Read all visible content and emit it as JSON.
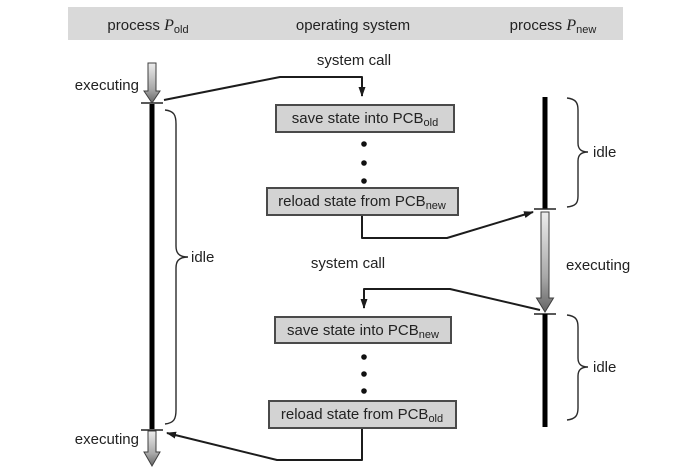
{
  "header": {
    "left": {
      "prefix": "process ",
      "var": "P",
      "sub": "old"
    },
    "center": "operating system",
    "right": {
      "prefix": "process ",
      "var": "P",
      "sub": "new"
    }
  },
  "os": {
    "system_call_top": "system call",
    "system_call_bottom": "system call",
    "boxes": [
      {
        "text": "save state into PCB",
        "sub": "old"
      },
      {
        "text": "reload state from PCB",
        "sub": "new"
      },
      {
        "text": "save state into PCB",
        "sub": "new"
      },
      {
        "text": "reload state from PCB",
        "sub": "old"
      }
    ]
  },
  "process_old": {
    "executing_top": "executing",
    "idle": "idle",
    "executing_bottom": "executing"
  },
  "process_new": {
    "idle_top": "idle",
    "executing": "executing",
    "idle_bottom": "idle"
  },
  "colors": {
    "background": "#ffffff",
    "header_bar": "#d9d9d9",
    "box_fill": "#d3d3d3",
    "box_border": "#4a4a4a",
    "flow_line": "#1c1c1c",
    "timeline": "#000000",
    "gradient_arrow_top": "#ededed",
    "gradient_arrow_bottom": "#666666"
  }
}
